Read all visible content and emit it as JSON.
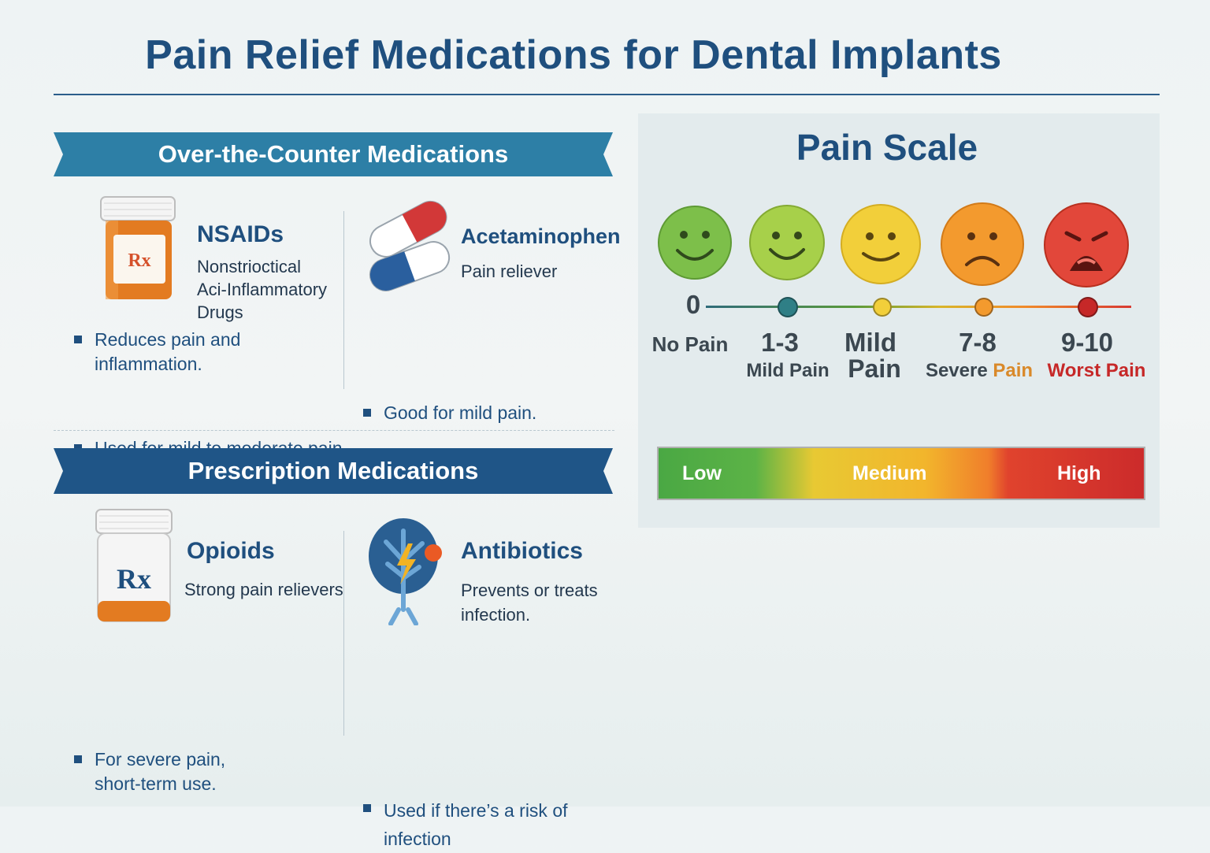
{
  "title": "Pain Relief Medications for Dental Implants",
  "otc": {
    "heading": "Over-the-Counter Medications",
    "nsaids": {
      "name": "NSAIDs",
      "desc_lines": [
        "Nonstrioctical",
        "Aci-Inflammatory",
        "Drugs"
      ],
      "bottle_label": "Rx",
      "bullets": [
        "Reduces pain and inflammation.",
        "Used for mild to moderate pain."
      ]
    },
    "acetaminophen": {
      "name": "Acetaminophen",
      "desc": "Pain reliever",
      "bullets": [
        "Good for mild pain."
      ]
    }
  },
  "rx": {
    "heading": "Prescription Medications",
    "opioids": {
      "name": "Opioids",
      "desc": "Strong pain relievers",
      "bottle_label": "Rx",
      "bullets": [
        "For severe pain, short-term use."
      ]
    },
    "antibiotics": {
      "name": "Antibiotics",
      "desc": "Prevents or treats infection.",
      "bullets": [
        "Used if there’s a risk of infection"
      ]
    }
  },
  "pain_scale": {
    "title": "Pain Scale",
    "levels": [
      {
        "number": "0",
        "label": "No Pain",
        "color": "#7dbf4a"
      },
      {
        "number": "1-3",
        "label": "Mild Pain",
        "color": "#a7d04a"
      },
      {
        "number": "Mild",
        "label": "Pain",
        "color": "#f2cf3a"
      },
      {
        "number": "7-8",
        "label_part1": "Severe",
        "label_part2": "Pain",
        "color": "#f39a2e"
      },
      {
        "number": "9-10",
        "label": "Worst Pain",
        "color": "#e2473a"
      }
    ],
    "bar_labels": [
      "Low",
      "Medium",
      "High"
    ]
  },
  "colors": {
    "title": "#1f4f7e",
    "banner_otc": "#2d7fa6",
    "banner_rx": "#1f5587",
    "worst_pain_text": "#c62828",
    "severe_pain_accent": "#d9892a"
  }
}
